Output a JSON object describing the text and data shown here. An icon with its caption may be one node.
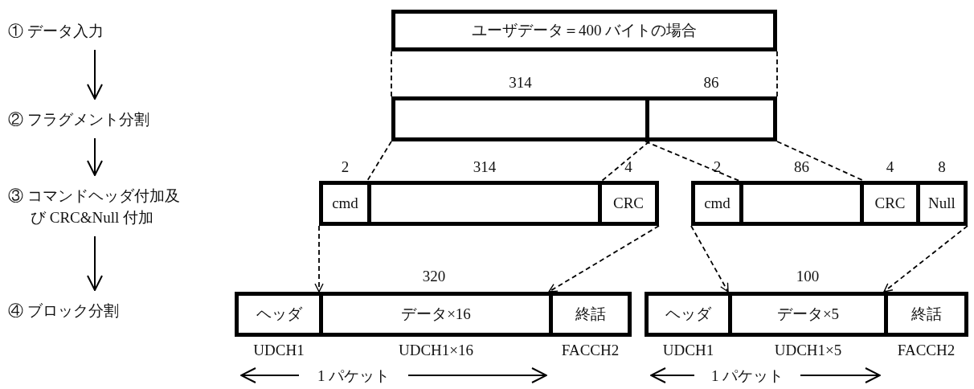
{
  "diagram": {
    "nodes": [
      {
        "text": [
          "① データ入力"
        ]
      },
      {
        "text": [
          "② フラグメント分割"
        ]
      },
      {
        "text": [
          "③ コマンドヘッダ付加及び CRC&Null 付加"
        ]
      },
      {
        "text": [
          "④ ブロック分割"
        ]
      },
      {
        "text": [
          "ユーザデータ＝400 バイトの場合"
        ]
      },
      {
        "text": [],
        "shape": "box",
        "beside": [
          "314"
        ]
      },
      {
        "text": [],
        "shape": "box",
        "beside": [
          "86"
        ]
      },
      {
        "text": [
          "cmd"
        ],
        "beside": [
          "2"
        ]
      },
      {
        "text": [],
        "shape": "box",
        "beside": [
          "314"
        ]
      },
      {
        "text": [
          "CRC"
        ],
        "beside": [
          "4"
        ]
      },
      {
        "text": [
          "cmd"
        ],
        "beside": [
          "2"
        ]
      },
      {
        "text": [],
        "shape": "box",
        "beside": [
          "86"
        ]
      },
      {
        "text": [
          "CRC"
        ],
        "beside": [
          "4"
        ]
      },
      {
        "text": [
          "Null"
        ],
        "beside": [
          "8"
        ]
      },
      {
        "text": [
          "ヘッダ"
        ],
        "beside": [
          "UDCH1"
        ]
      },
      {
        "text": [
          "データ×16"
        ],
        "beside": [
          "UDCH1×16"
        ]
      },
      {
        "text": [
          "終話"
        ],
        "beside": [
          "FACCH2"
        ]
      },
      {
        "text": [
          "ヘッダ"
        ],
        "beside": [
          "UDCH1"
        ]
      },
      {
        "text": [
          "データ×5"
        ],
        "beside": [
          "UDCH1×5"
        ]
      },
      {
        "text": [
          "終話"
        ],
        "beside": [
          "FACCH2"
        ]
      }
    ],
    "edges": [
      {
        "from": 0,
        "to": 1,
        "arrow": "to"
      },
      {
        "from": 1,
        "to": 2,
        "arrow": "to"
      },
      {
        "from": 2,
        "to": 3,
        "arrow": "to"
      },
      {
        "from": 4,
        "to": 5,
        "arrow": "none",
        "style": "dashed"
      },
      {
        "from": 4,
        "to": 6,
        "arrow": "none",
        "style": "dashed"
      },
      {
        "from": 5,
        "to": 8,
        "arrow": "none",
        "style": "dashed"
      },
      {
        "from": 5,
        "to": 8,
        "arrow": "none",
        "style": "dashed"
      },
      {
        "from": 6,
        "to": 11,
        "arrow": "none",
        "style": "dashed"
      },
      {
        "from": 6,
        "to": 11,
        "arrow": "none",
        "style": "dashed"
      },
      {
        "from": 7,
        "to": 15,
        "arrow": "to",
        "style": "dashed"
      },
      {
        "from": 9,
        "to": 16,
        "arrow": "to",
        "style": "dashed"
      },
      {
        "from": 10,
        "to": 18,
        "arrow": "to",
        "style": "dashed"
      },
      {
        "from": 13,
        "to": 19,
        "arrow": "to",
        "style": "dashed"
      }
    ],
    "labels": [
      "320",
      "1 パケット",
      "100",
      "1 パケット"
    ]
  }
}
